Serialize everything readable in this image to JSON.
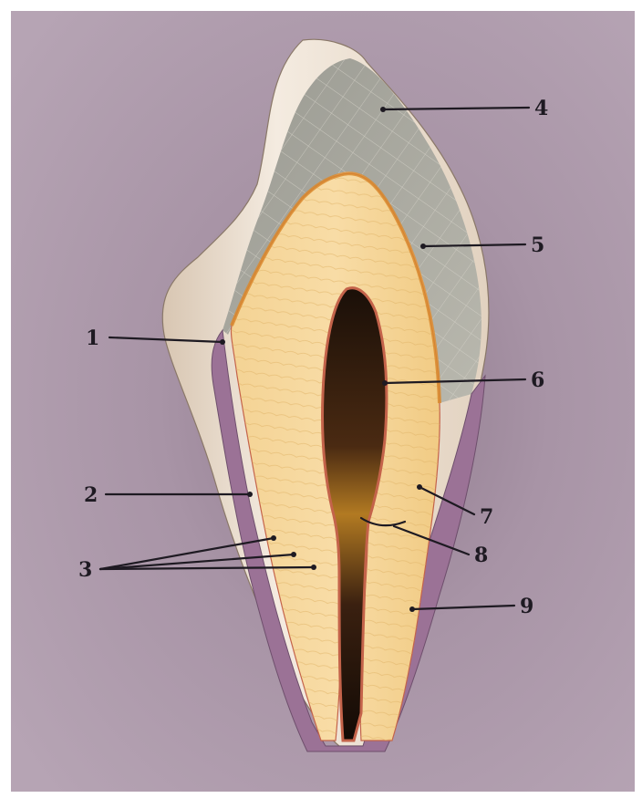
{
  "figure": {
    "colors": {
      "background": "#b3a1b1",
      "enamel": "#e9dccc",
      "dentin": "#f3cf8a",
      "pulp": "#2a1a10",
      "cementum": "#9b7296",
      "root_canal_wall": "#c4634a"
    },
    "labels": [
      {
        "id": "1",
        "text": "1"
      },
      {
        "id": "2",
        "text": "2"
      },
      {
        "id": "3",
        "text": "3"
      },
      {
        "id": "4",
        "text": "4"
      },
      {
        "id": "5",
        "text": "5"
      },
      {
        "id": "6",
        "text": "6"
      },
      {
        "id": "7",
        "text": "7"
      },
      {
        "id": "8",
        "text": "8"
      },
      {
        "id": "9",
        "text": "9"
      }
    ]
  }
}
